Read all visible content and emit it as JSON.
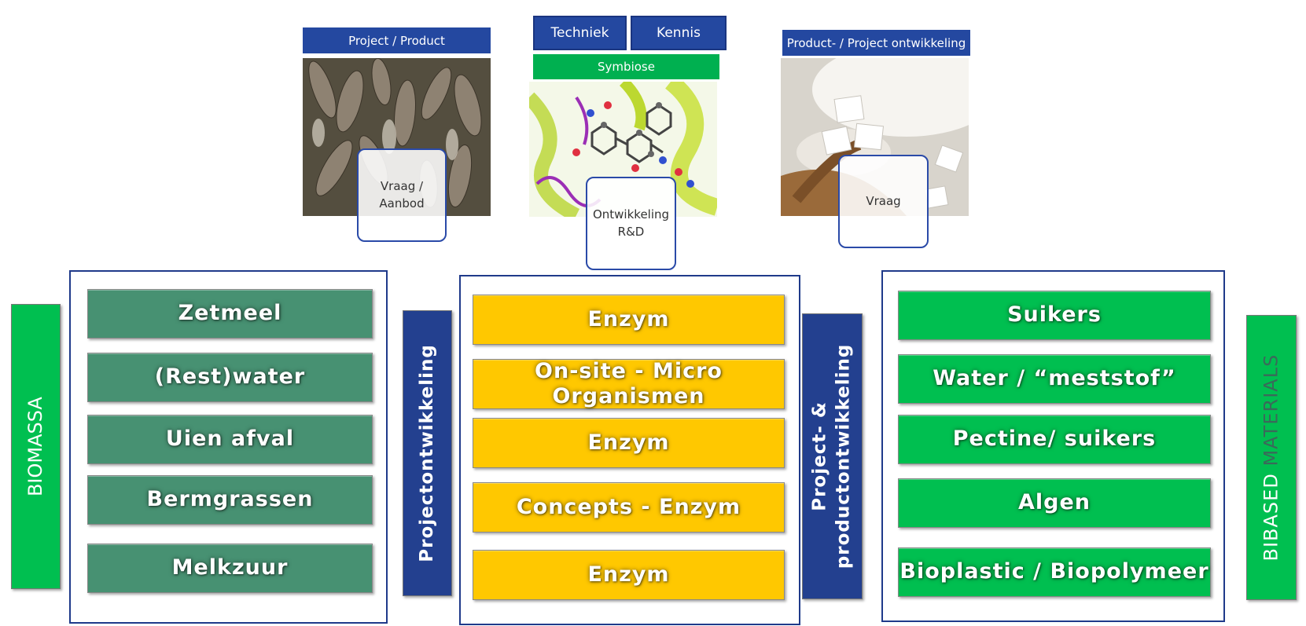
{
  "top": {
    "left": {
      "header": "Project / Product",
      "callout": "Vraag / Aanbod"
    },
    "middle": {
      "header_a": "Techniek",
      "header_b": "Kennis",
      "sub_header": "Symbiose",
      "callout": "Ontwikkeling R&D"
    },
    "right": {
      "header": "Product- / Project ontwikkeling",
      "callout": "Vraag"
    }
  },
  "side_labels": {
    "biomassa": "BIOMASSA",
    "projectontwikkeling": "Projectontwikkeling",
    "project_product_line1": "Project- &",
    "project_product_line2": "productontwikkeling",
    "bibased_a": "BIBASED",
    "bibased_b": "MATERIALS"
  },
  "columns": {
    "left": [
      "Zetmeel",
      "(Rest)water",
      "Uien afval",
      "Bermgrassen",
      "Melkzuur"
    ],
    "middle": [
      "Enzym",
      "On-site - Micro Organismen",
      "Enzym",
      "Concepts - Enzym",
      "Enzym"
    ],
    "right": [
      "Suikers",
      "Water / “meststof”",
      "Pectine/ suikers",
      "Algen",
      "Bioplastic / Biopolymeer"
    ]
  },
  "colors": {
    "navy": "#2448a0",
    "green": "#00b050",
    "teal": "#479172",
    "gold": "#ffc800",
    "bright_green": "#00bf50",
    "dark_text": "#3a4f7a"
  }
}
